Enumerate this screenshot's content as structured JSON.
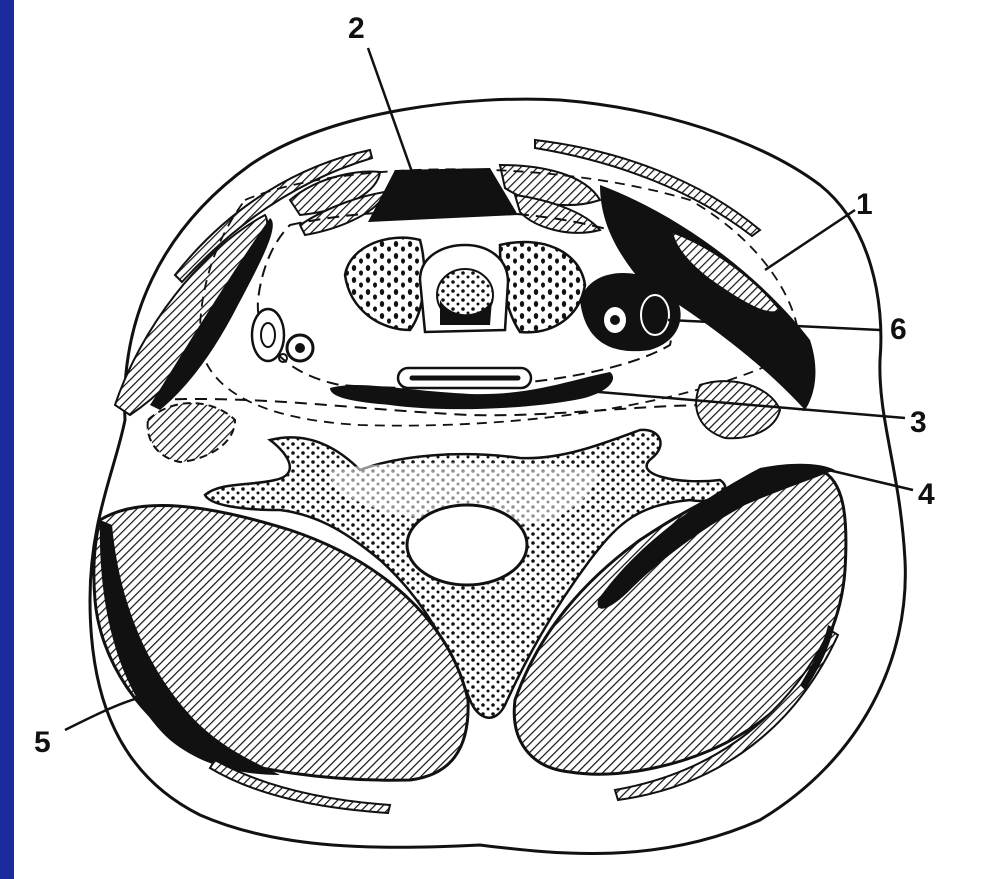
{
  "figure": {
    "labels": {
      "one": "1",
      "two": "2",
      "three": "3",
      "four": "4",
      "five": "5",
      "six": "6"
    },
    "colors": {
      "ink": "#111111",
      "background": "#ffffff",
      "frame_bar": "#1a2a9c"
    }
  }
}
